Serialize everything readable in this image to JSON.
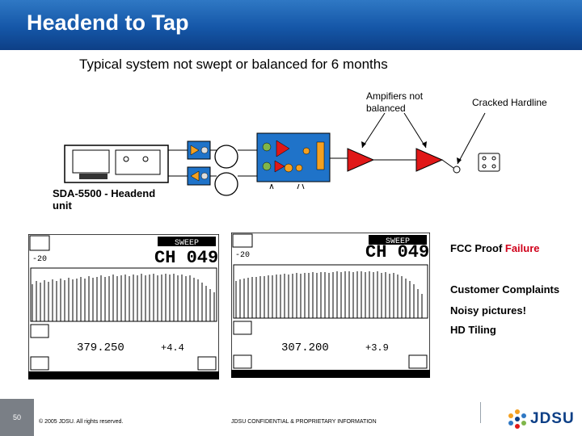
{
  "title": "Headend to Tap",
  "subtitle": "Typical system not swept or balanced for 6 months",
  "diagram": {
    "amplifiers_label": "Ampifiers not balanced",
    "cracked_label": "Cracked Hardline",
    "headend_label": "SDA-5500 - Headend unit"
  },
  "side_notes": {
    "fcc_prefix": "FCC Proof ",
    "fcc_failure": "Failure",
    "complaints": "Customer Complaints",
    "noisy": "Noisy pictures!",
    "tiling": "HD Tiling"
  },
  "screens": [
    {
      "mode": "SWEEP",
      "channel": "CH 049",
      "level": "-20",
      "freq": "379.250",
      "delta": "+4.4"
    },
    {
      "mode": "SWEEP",
      "channel": "CH 049",
      "level": "-20",
      "freq": "307.200",
      "delta": "+3.9"
    }
  ],
  "footer": {
    "page": "50",
    "copyright": "© 2005 JDSU. All rights reserved.",
    "confidential": "JDSU CONFIDENTIAL & PROPRIETARY INFORMATION",
    "logo": "JDSU"
  },
  "colors": {
    "title_bar": "#1557a8",
    "failure": "#d0021b",
    "diagram_box": "#1f73c9",
    "amplifier": "#e01818"
  }
}
